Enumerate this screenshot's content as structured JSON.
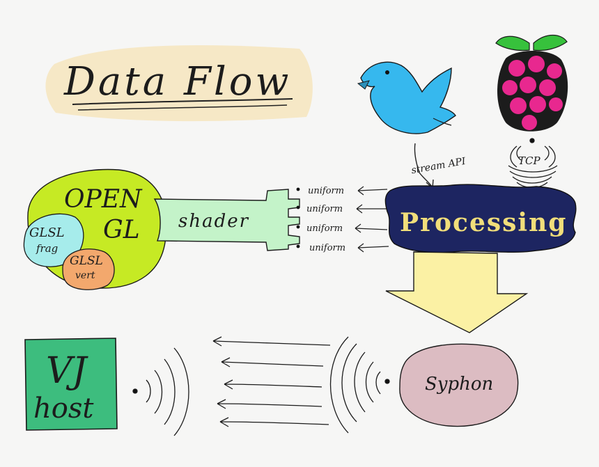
{
  "title": "Data Flow",
  "opengl": {
    "label_line1": "OPEN",
    "label_line2": "GL"
  },
  "glsl_frag": {
    "line1": "GLSL",
    "line2": "frag"
  },
  "glsl_vert": {
    "line1": "GLSL",
    "line2": "vert"
  },
  "shader_label": "shader",
  "uniforms": [
    "uniform",
    "uniform",
    "uniform",
    "uniform"
  ],
  "stream_api_label": "stream API",
  "tcp_label": "TCP",
  "processing_label": "Processing",
  "syphon_label": "Syphon",
  "vj_host": {
    "line1": "VJ",
    "line2": "host"
  },
  "icons": [
    "twitter-bird-icon",
    "raspberry-pi-icon",
    "signal-waves-icon"
  ],
  "colors": {
    "opengl": "#c6ea24",
    "glsl_frag": "#a6eceb",
    "glsl_vert": "#f3a86d",
    "shader": "#c4f3c9",
    "processing": "#1d2561",
    "processing_text": "#f1de7a",
    "arrow_down": "#fbf1a4",
    "syphon": "#dcbcc2",
    "vj_host": "#3dbd7e",
    "twitter": "#36b8ee",
    "raspberry": "#e8288f",
    "leaf": "#37c13c",
    "title_highlight": "#f6e8c6"
  }
}
